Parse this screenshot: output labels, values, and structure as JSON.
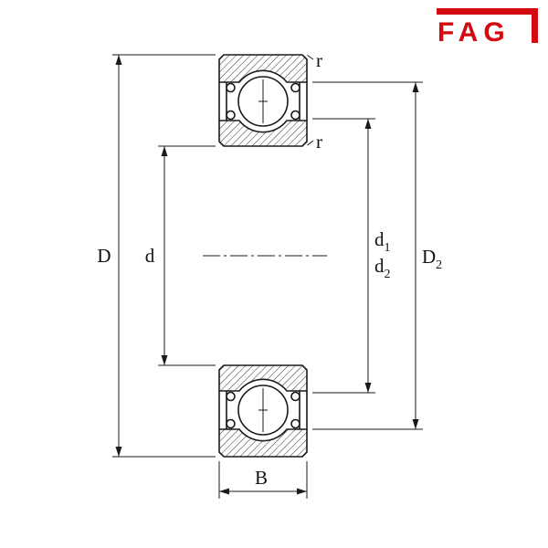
{
  "colors": {
    "brand_red": "#d40a10",
    "line": "#1a1a1a"
  },
  "logo": {
    "text": "FAG"
  },
  "dimensions": {
    "outer_diameter": "D",
    "bore": "d",
    "d1": {
      "base": "d",
      "sub": "1"
    },
    "d2": {
      "base": "d",
      "sub": "2"
    },
    "D2": {
      "base": "D",
      "sub": "2"
    },
    "width": "B",
    "chamfer_top": "r",
    "chamfer_bottom": "r"
  }
}
